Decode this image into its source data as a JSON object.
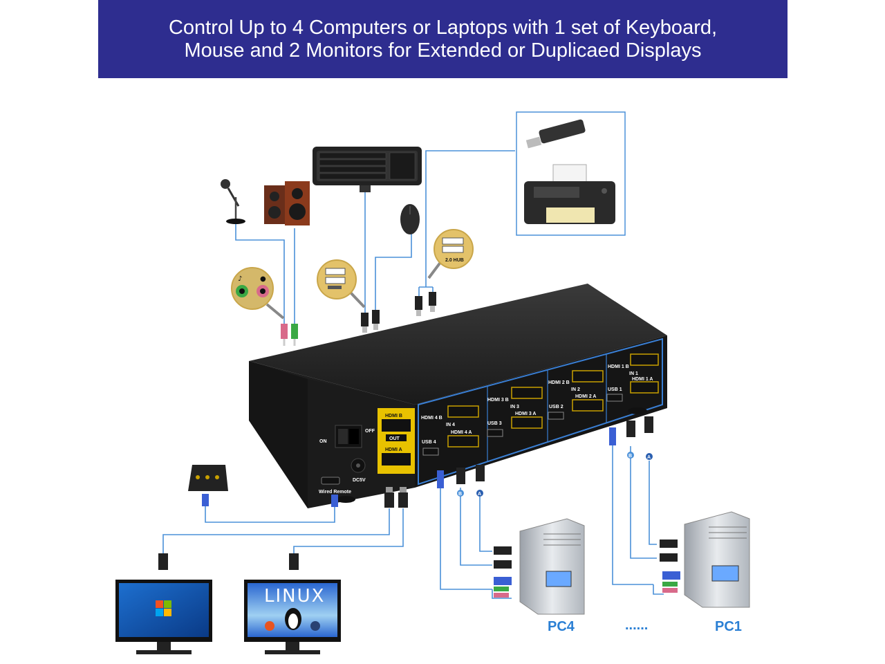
{
  "header": {
    "line1": "Control Up to 4 Computers or Laptops with 1 set of Keyboard,",
    "line2": "Mouse and 2 Monitors for Extended or Duplicaed Displays"
  },
  "kvm": {
    "switch_on": "ON",
    "switch_off": "OFF",
    "power": "DC5V",
    "wired_remote": "Wired Remote",
    "out": "OUT",
    "hdmi_out_a": "HDMI A",
    "hdmi_out_b": "HDMI B",
    "ports": [
      {
        "hdmi_b": "HDMI 4 B",
        "in": "IN 4",
        "hdmi_a": "HDMI 4 A",
        "usb": "USB 4"
      },
      {
        "hdmi_b": "HDMI 3 B",
        "in": "IN 3",
        "hdmi_a": "HDMI 3 A",
        "usb": "USB 3"
      },
      {
        "hdmi_b": "HDMI 2 B",
        "in": "IN 2",
        "hdmi_a": "HDMI 2 A",
        "usb": "USB 2"
      },
      {
        "hdmi_b": "HDMI 1 B",
        "in": "IN 1",
        "hdmi_a": "HDMI 1 A",
        "usb": "USB 1"
      }
    ]
  },
  "hub_label": "2.0 HUB",
  "monitor2_logo": "LINUX",
  "pc_labels": {
    "left": "PC4",
    "dots": "......",
    "right": "PC1"
  },
  "cable_tags": {
    "a": "A",
    "b": "B"
  },
  "colors": {
    "banner": "#2e2d8f",
    "cable": "#4a90d9",
    "pc_label": "#2a7fd4",
    "port_gold": "#e8c200",
    "audio_green": "#3aa844",
    "audio_pink": "#d86a8a"
  }
}
